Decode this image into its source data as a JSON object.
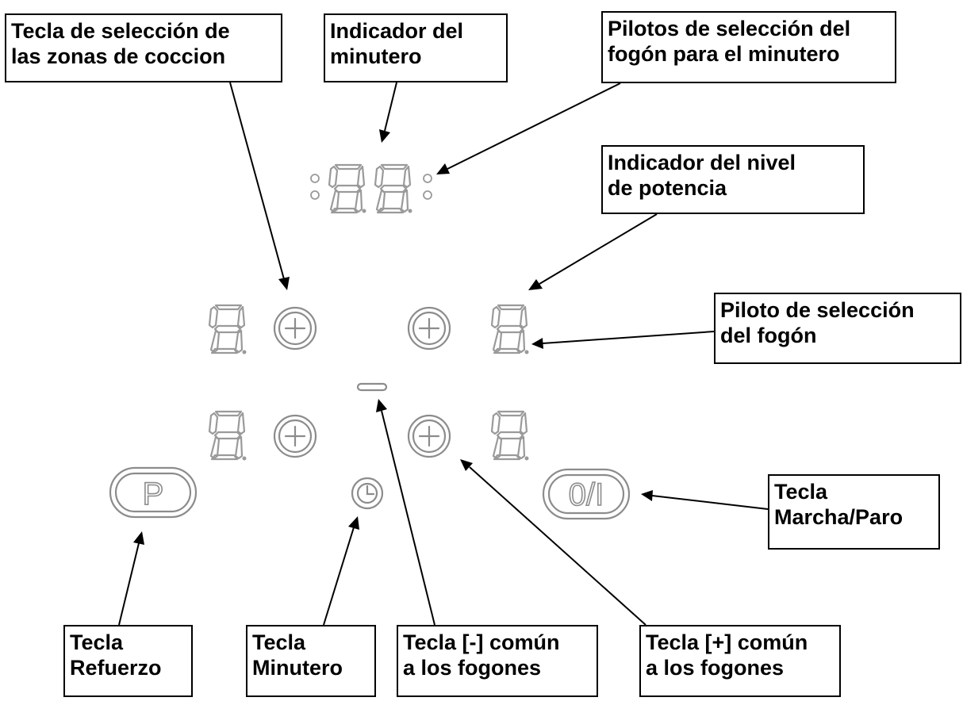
{
  "labels": {
    "seleccion_zonas": [
      "Tecla  de selección de",
      "las zonas de coccion"
    ],
    "indicador_minutero": [
      "Indicador del",
      "minutero"
    ],
    "pilotos_fogon_minutero": [
      "Pilotos de selección del",
      "fogón para el minutero"
    ],
    "indicador_nivel_potencia": [
      "Indicador del nivel",
      "de potencia"
    ],
    "piloto_seleccion_fogon": [
      "Piloto de selección",
      "del fogón"
    ],
    "tecla_marcha_paro": [
      "Tecla",
      "Marcha/Paro"
    ],
    "tecla_refuerzo": [
      "Tecla",
      "Refuerzo"
    ],
    "tecla_minutero": [
      "Tecla",
      "Minutero"
    ],
    "tecla_menos": [
      "Tecla [-] común",
      "a los fogones"
    ],
    "tecla_mas": [
      "Tecla [+] común",
      "a los fogones"
    ]
  },
  "buttons": {
    "refuerzo_symbol": "P",
    "marcha_paro_symbol": "0/I"
  },
  "colors": {
    "panel_line": "#9a9a9a",
    "label_border": "#000000",
    "arrow": "#000000"
  },
  "icons": {
    "plus": "plus-icon",
    "clock": "clock-icon",
    "minus": "minus-icon"
  }
}
